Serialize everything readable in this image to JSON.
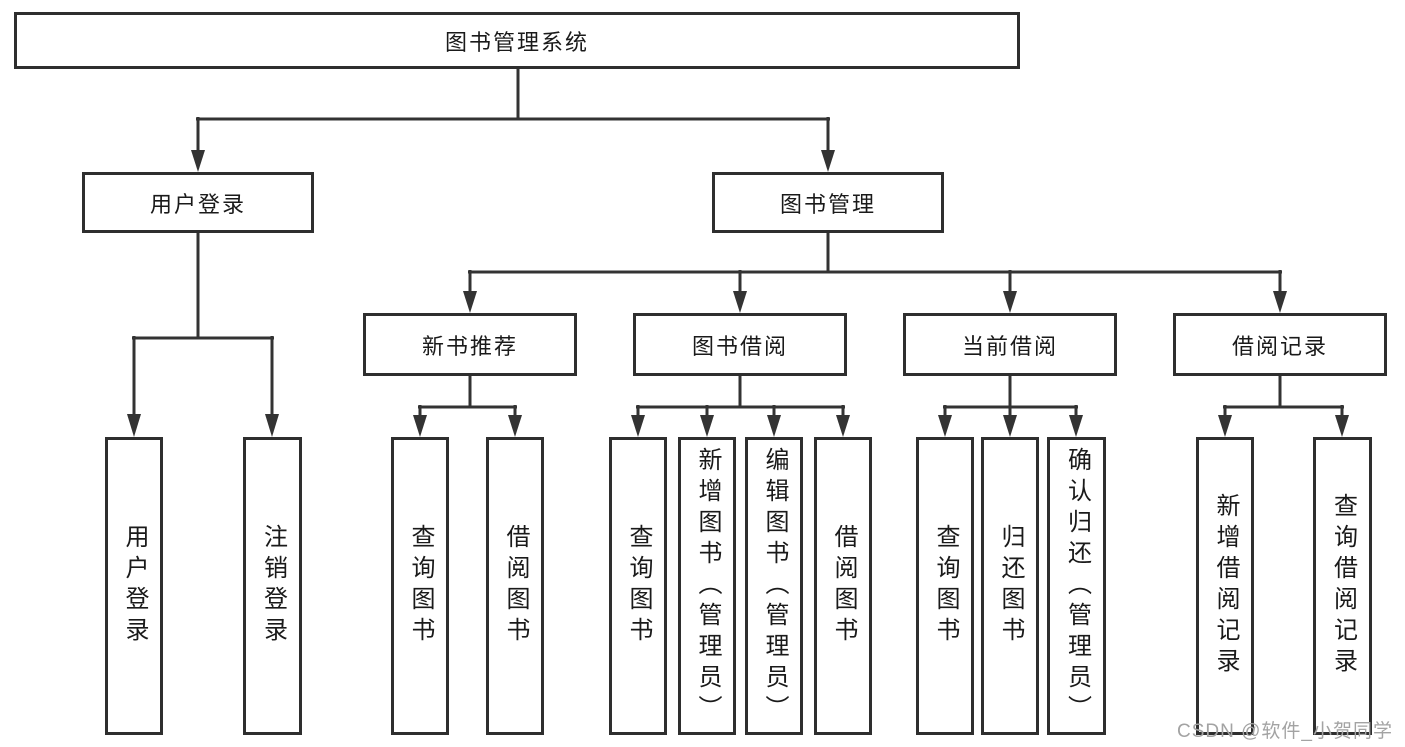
{
  "diagram": {
    "tree": {
      "root": {
        "label": "图书管理系统"
      },
      "branches": [
        {
          "label": "用户登录",
          "children": [
            {
              "label": "用户登录"
            },
            {
              "label": "注销登录"
            }
          ]
        },
        {
          "label": "图书管理",
          "children": [
            {
              "label": "新书推荐",
              "children": [
                {
                  "label": "查询图书"
                },
                {
                  "label": "借阅图书"
                }
              ]
            },
            {
              "label": "图书借阅",
              "children": [
                {
                  "label": "查询图书"
                },
                {
                  "label": "新增图书（管理员）"
                },
                {
                  "label": "编辑图书（管理员）"
                },
                {
                  "label": "借阅图书"
                }
              ]
            },
            {
              "label": "当前借阅",
              "children": [
                {
                  "label": "查询图书"
                },
                {
                  "label": "归还图书"
                },
                {
                  "label": "确认归还（管理员）"
                }
              ]
            },
            {
              "label": "借阅记录",
              "children": [
                {
                  "label": "新增借阅记录"
                },
                {
                  "label": "查询借阅记录"
                }
              ]
            }
          ]
        }
      ]
    }
  },
  "watermark": "CSDN @软件_小贺同学",
  "colors": {
    "line": "#333333",
    "border": "#2e2e2e",
    "text": "#1a1a1a",
    "watermark": "#a3a3a3",
    "background": "#ffffff"
  }
}
